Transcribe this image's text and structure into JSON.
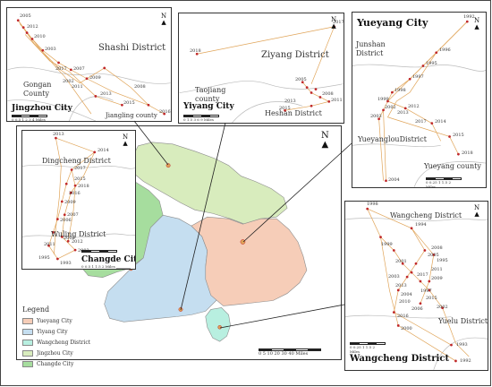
{
  "insets": {
    "jingzhou": {
      "title": "Jingzhou City",
      "labels": [
        "Shashi District",
        "Gongan",
        "County",
        "Jiangling county"
      ],
      "years": [
        "2005",
        "2012",
        "2010",
        "2003",
        "2017",
        "2007",
        "2009",
        "2002",
        "2011",
        "2013",
        "2015",
        "2008",
        "2016"
      ],
      "scale": "0 0.5 1 2 3 4 Miles"
    },
    "yiyang": {
      "title": "Yiyang City",
      "labels": [
        "Ziyang District",
        "Taojiang",
        "county",
        "Heshan District"
      ],
      "years": [
        "2017",
        "2018",
        "2005",
        "2008",
        "2011",
        "2013",
        "2015"
      ],
      "scale": "0 1.5 3 6 9 Miles"
    },
    "yueyang": {
      "title": "Yueyang City",
      "labels": [
        "Junshan",
        "District",
        "YueyanglouDistrict",
        "Yueyang county"
      ],
      "years": [
        "1992",
        "1996",
        "1995",
        "1997",
        "1998",
        "1999",
        "2002",
        "2003",
        "2012",
        "2013",
        "2014",
        "2015",
        "2017",
        "2018",
        "2004"
      ],
      "scale": "0 0.25 1 1.5 2 Miles"
    },
    "changde": {
      "title": "Changde City",
      "labels": [
        "Dingcheng District",
        "Wuling District"
      ],
      "years": [
        "2013",
        "2014",
        "2017",
        "2015",
        "2018",
        "2016",
        "2009",
        "2006",
        "2007",
        "2011",
        "2002",
        "2012",
        "2003",
        "1993",
        "1995"
      ],
      "scale": "0 0.5 1 1.5 2 Miles"
    },
    "wangcheng": {
      "title": "Wangcheng District",
      "labels": [
        "Wangcheng District",
        "Yuelu District"
      ],
      "years": [
        "1998",
        "1994",
        "1999",
        "2008",
        "2005",
        "1995",
        "2001",
        "2011",
        "2017",
        "2003",
        "2013",
        "2009",
        "1997",
        "2004",
        "2015",
        "2010",
        "2006",
        "2002",
        "2016",
        "2000",
        "1993",
        "1992"
      ],
      "scale": "0 0.25 1 1.5 2 Miles"
    }
  },
  "main": {
    "scale": "0 5 10 20 30 40 Miles",
    "north": "N"
  },
  "legend": {
    "title": "Legend",
    "items": [
      {
        "name": "Yueyang City",
        "color": "#f6cdb8"
      },
      {
        "name": "Yiyang City",
        "color": "#c5def0"
      },
      {
        "name": "Wangcheng District",
        "color": "#b8efe0"
      },
      {
        "name": "Jingzhou City",
        "color": "#d8ecbd"
      },
      {
        "name": "Changde City",
        "color": "#a6dd9e"
      }
    ]
  },
  "colors": {
    "yueyang": "#f6cdb8",
    "yiyang": "#c5def0",
    "wangcheng": "#b8efe0",
    "jingzhou": "#d8ecbd",
    "changde": "#a6dd9e",
    "track": "#e0a458",
    "point": "#c0282a"
  }
}
